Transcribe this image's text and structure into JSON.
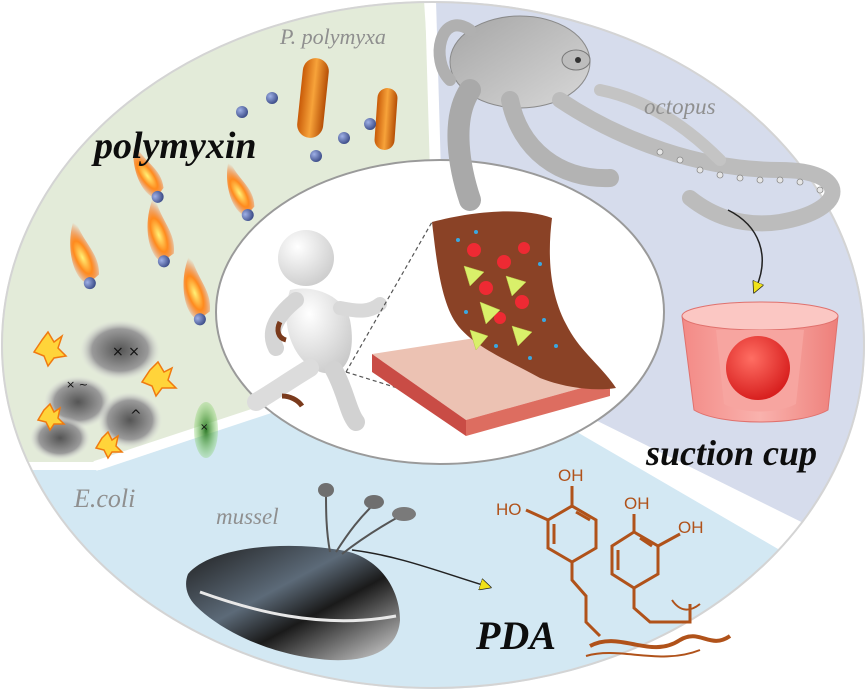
{
  "labels": {
    "p_polymyxa": "P. polymyxa",
    "polymyxin": "polymyxin",
    "e_coli": "E.coli",
    "octopus": "octopus",
    "suction_cup": "suction cup",
    "mussel": "mussel",
    "pda": "PDA",
    "hydroxyl": "OH",
    "ho": "HO"
  },
  "colors": {
    "top_left_bg": "#e3ebd9",
    "top_right_bg": "#d6dcec",
    "bottom_bg": "#d3e8f3",
    "center_bg": "#ffffff",
    "pda_brown": "#b0521a",
    "patch_brown": "#8a4226",
    "skin_pink": "#e7aaa4",
    "suction_cup": "#f4908c",
    "suction_ball": "#ec3e3b",
    "arrow_yellow": "#f0e21a",
    "flame_orange": "#f57a1a",
    "particle_blue": "#4c5d9c"
  },
  "icons": [
    "bacteria-rod-icon",
    "flame-particle-icon",
    "octopus-image",
    "suction-cup-icon",
    "mussel-image",
    "runner-figure",
    "adhesive-patch-icon",
    "skin-layer-icon"
  ]
}
